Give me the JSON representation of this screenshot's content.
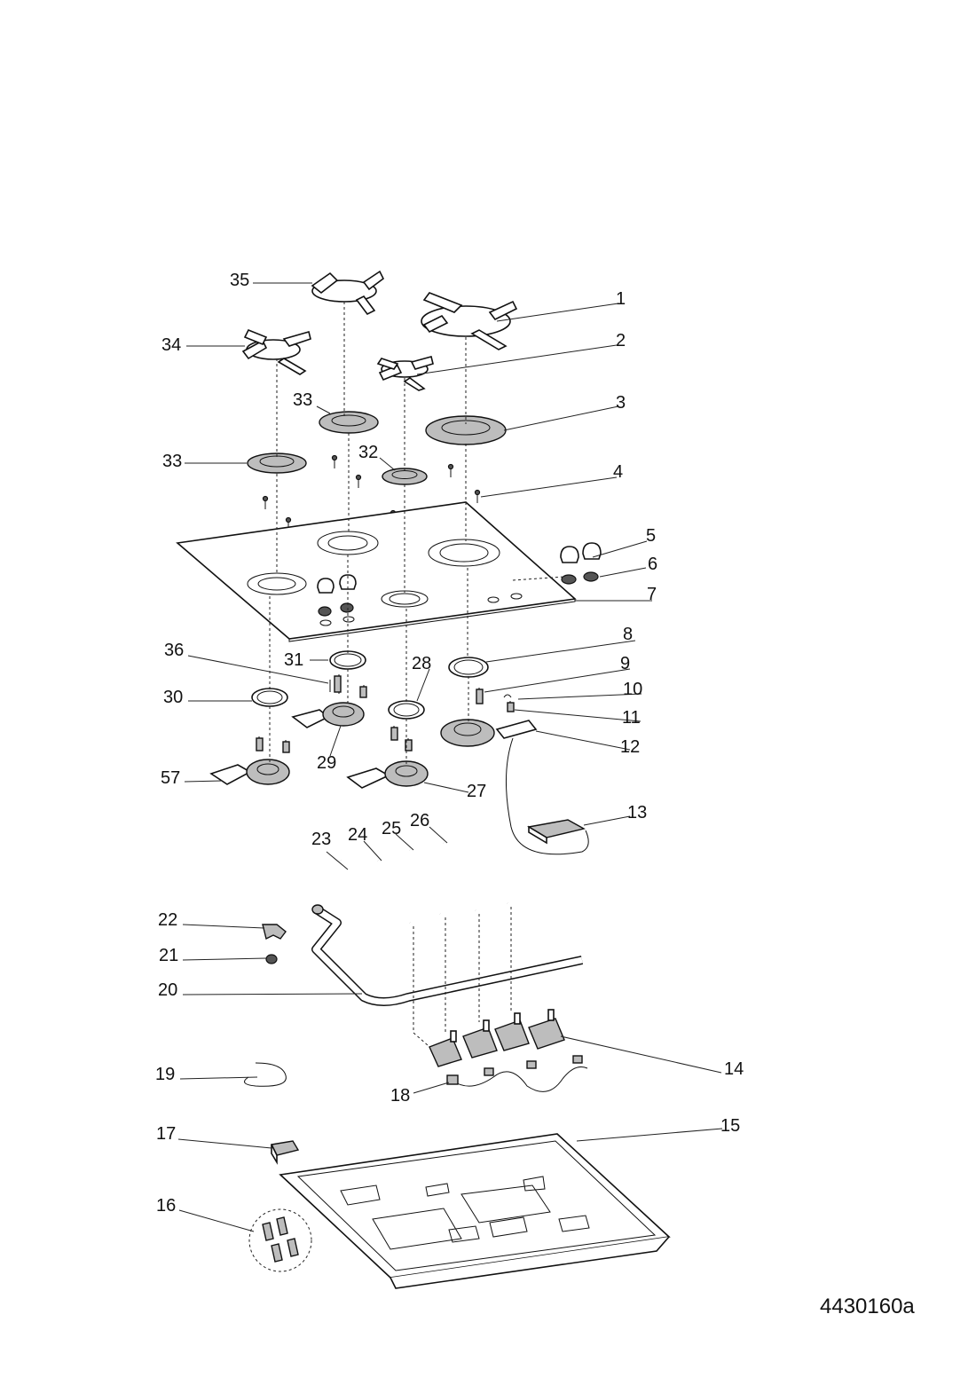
{
  "diagram_code": "4430160a",
  "callouts": {
    "c1": "1",
    "c2": "2",
    "c3": "3",
    "c4": "4",
    "c5": "5",
    "c6": "6",
    "c7": "7",
    "c8": "8",
    "c9": "9",
    "c10": "10",
    "c11": "11",
    "c12": "12",
    "c13": "13",
    "c14": "14",
    "c15": "15",
    "c16": "16",
    "c17": "17",
    "c18": "18",
    "c19": "19",
    "c20": "20",
    "c21": "21",
    "c22": "22",
    "c23": "23",
    "c24": "24",
    "c25": "25",
    "c26": "26",
    "c27": "27",
    "c28": "28",
    "c29": "29",
    "c30": "30",
    "c31": "31",
    "c32": "32",
    "c33a": "33",
    "c33b": "33",
    "c34": "34",
    "c35": "35",
    "c36": "36",
    "c57": "57"
  }
}
